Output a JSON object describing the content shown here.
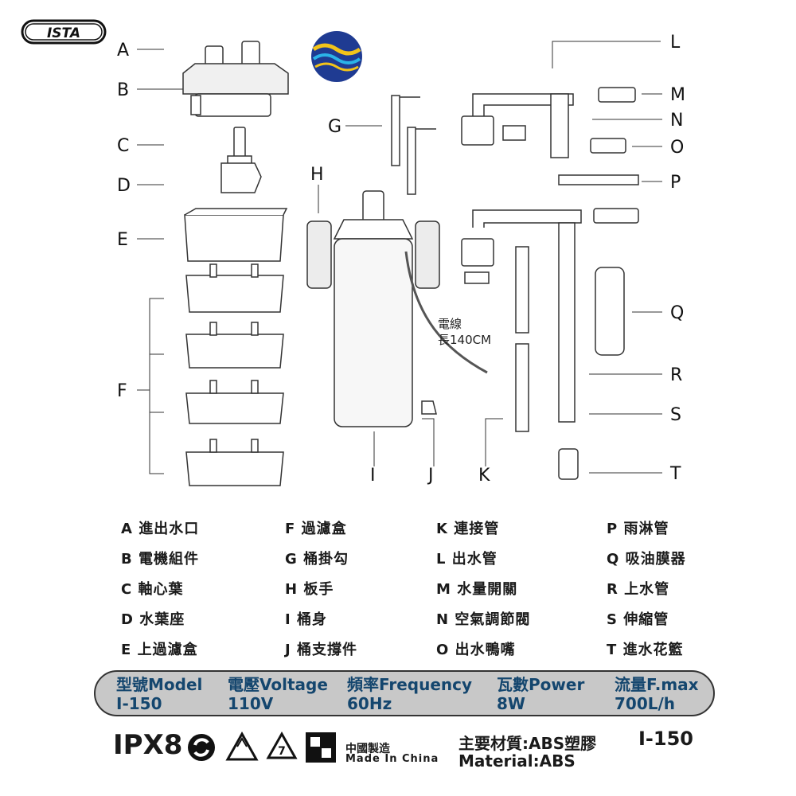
{
  "brand": {
    "logo_text": "ISTA"
  },
  "callouts": [
    "A",
    "B",
    "C",
    "D",
    "E",
    "F",
    "G",
    "H",
    "I",
    "J",
    "K",
    "L",
    "M",
    "N",
    "O",
    "P",
    "Q",
    "R",
    "S",
    "T"
  ],
  "cord_note": {
    "line1": "電線",
    "line2": "長140CM"
  },
  "parts_legend": [
    [
      {
        "code": "A",
        "name": "進出水口"
      },
      {
        "code": "B",
        "name": "電機組件"
      },
      {
        "code": "C",
        "name": "軸心葉"
      },
      {
        "code": "D",
        "name": "水葉座"
      },
      {
        "code": "E",
        "name": "上過濾盒"
      }
    ],
    [
      {
        "code": "F",
        "name": "過濾盒"
      },
      {
        "code": "G",
        "name": "桶掛勾"
      },
      {
        "code": "H",
        "name": "板手"
      },
      {
        "code": "I",
        "name": "桶身"
      },
      {
        "code": "J",
        "name": "桶支撐件"
      }
    ],
    [
      {
        "code": "K",
        "name": "連接管"
      },
      {
        "code": "L",
        "name": "出水管"
      },
      {
        "code": "M",
        "name": "水量開關"
      },
      {
        "code": "N",
        "name": "空氣調節閥"
      },
      {
        "code": "O",
        "name": "出水鴨嘴"
      }
    ],
    [
      {
        "code": "P",
        "name": "雨淋管"
      },
      {
        "code": "Q",
        "name": "吸油膜器"
      },
      {
        "code": "R",
        "name": "上水管"
      },
      {
        "code": "S",
        "name": "伸縮管"
      },
      {
        "code": "T",
        "name": "進水花籃"
      }
    ]
  ],
  "specs": [
    {
      "label": "型號Model",
      "value": "I-150"
    },
    {
      "label": "電壓Voltage",
      "value": "110V"
    },
    {
      "label": "頻率Frequency",
      "value": "60Hz"
    },
    {
      "label": "瓦數Power",
      "value": "8W"
    },
    {
      "label": "流量F.max",
      "value": "700L/h"
    }
  ],
  "footer": {
    "ip_rating": "IPX8",
    "origin_cn": "中國製造",
    "origin_en": "Made In China",
    "material_cn": "主要材質:ABS塑膠",
    "material_en": "Material:ABS",
    "model": "I-150"
  }
}
